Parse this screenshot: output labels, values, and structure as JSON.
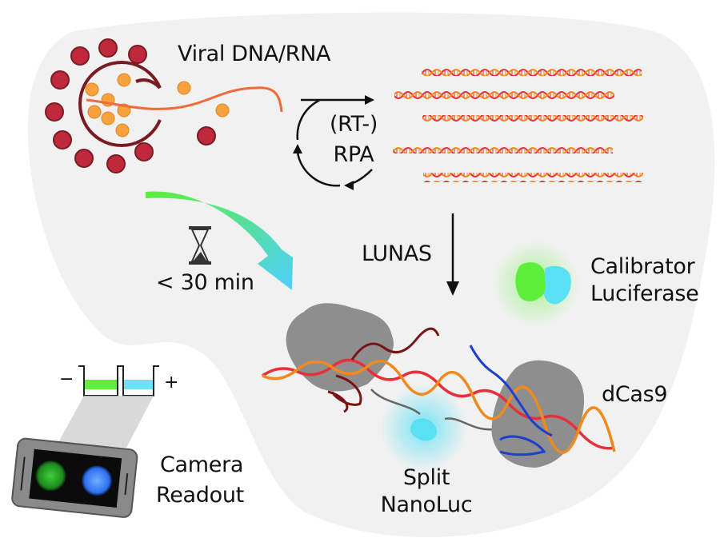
{
  "figure": {
    "description": "LUNAS viral nucleic acid detection workflow",
    "labels": {
      "viral": "Viral DNA/RNA",
      "rpa_line1": "(RT-)",
      "rpa_line2": "RPA",
      "lunas": "LUNAS",
      "time": "< 30 min",
      "calibrator_line1": "Calibrator",
      "calibrator_line2": "Luciferase",
      "dcas9": "dCas9",
      "split_line1": "Split",
      "split_line2": "NanoLuc",
      "camera_line1": "Camera",
      "camera_line2": "Readout",
      "minus": "−",
      "plus": "+"
    },
    "icons": {
      "virus": "virus-icon",
      "amplification_cycle": "cycle-arrows-icon",
      "amplicons": "dna-helix-icon",
      "hourglass": "hourglass-icon",
      "flow_arrow": "curved-arrow-icon",
      "down_arrow": "arrow-down-icon",
      "luciferase": "protein-icon",
      "dcas9": "protein-complex-icon",
      "cuvette": "cuvette-icon",
      "phone": "smartphone-icon"
    },
    "colors": {
      "background_blob": "#f1f1f1",
      "virus_spike": "#c0283c",
      "virus_membrane": "#7a1a22",
      "rna_strand": "#f06a3a",
      "nucleocapsid": "#f7a23a",
      "dna_strand_a": "#e8303a",
      "dna_strand_b": "#f08a1e",
      "mismatch": "#c8e84a",
      "protein_gray": "#8e8e8e",
      "guide_dark_red": "#7a1414",
      "guide_blue": "#1e3fd0",
      "signal_green": "#5cf03a",
      "signal_cyan": "#5ae0f5",
      "signal_blue": "#2f7df5",
      "arrow_black": "#111111"
    }
  }
}
